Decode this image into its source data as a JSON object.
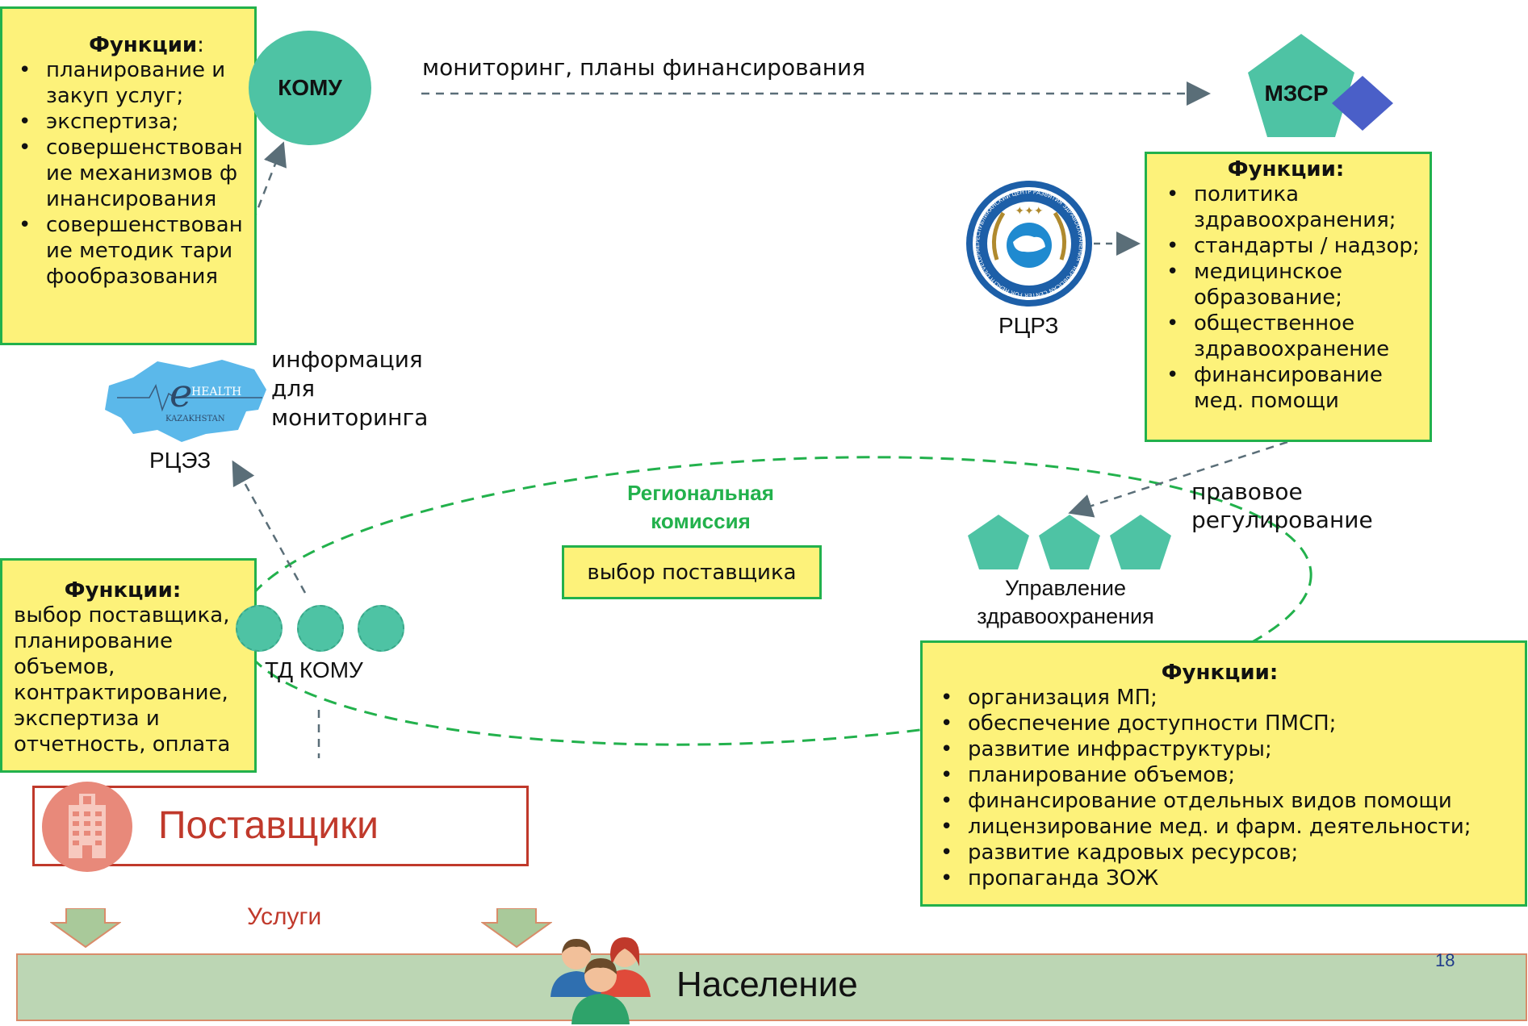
{
  "komu": {
    "label": "КОМУ",
    "functions_title": "Функции",
    "functions_colon": ":",
    "functions": [
      "планирование и закуп услуг;",
      "экспертиза;",
      "совершенствование механизмов финансирования",
      "совершенствование методик тарифообразования"
    ]
  },
  "mzsr": {
    "label": "МЗСР",
    "functions_title": "Функции:",
    "functions": [
      "политика здравоохранения;",
      "стандарты / надзор;",
      "медицинское образование;",
      "общественное здравоохранение",
      "финансирование мед. помощи"
    ]
  },
  "arrow_monitoring": "мониторинг, планы финансирования",
  "rcrz": {
    "label": "РЦРЗ",
    "seal_text": "РЕСПУБЛИКАНСКИЙ ЦЕНТР РАЗВИТИЯ ЗДРАВООХРАНЕНИЯ · REPUBLICAN CENTER FOR HEALTH DEVELOPMENT"
  },
  "rcez": {
    "label": "РЦЭЗ",
    "logo_e": "e",
    "logo_health": "HEALTH",
    "logo_country": "KAZAKHSTAN"
  },
  "info_monitoring": "информация для мониторинга",
  "regional": {
    "title": "Региональная комиссия",
    "box": "выбор поставщика"
  },
  "legal": "правовое регулирование",
  "health_admin": "Управление здравоохранения",
  "td_komu": {
    "label": "ТД КОМУ",
    "functions_title": "Функции:",
    "functions_text": "выбор поставщика, планирование объемов, контрактирование, экспертиза и отчетность, оплата"
  },
  "health_admin_functions": {
    "title": "Функции:",
    "items": [
      "организация МП;",
      "обеспечение доступности ПМСП;",
      "развитие инфраструктуры;",
      "планирование объемов;",
      "финансирование отдельных видов помощи",
      "лицензирование мед. и фарм. деятельности;",
      "развитие кадровых ресурсов;",
      "пропаганда ЗОЖ"
    ]
  },
  "providers": "Поставщики",
  "services": "Услуги",
  "population": "Население",
  "page_number": "18",
  "colors": {
    "teal": "#4ec3a4",
    "green_border": "#22b14c",
    "yellow": "#fdf27a",
    "providers_red": "#c0392b",
    "population_bg": "#bcd6b4",
    "diamond": "#4a5fc8"
  }
}
